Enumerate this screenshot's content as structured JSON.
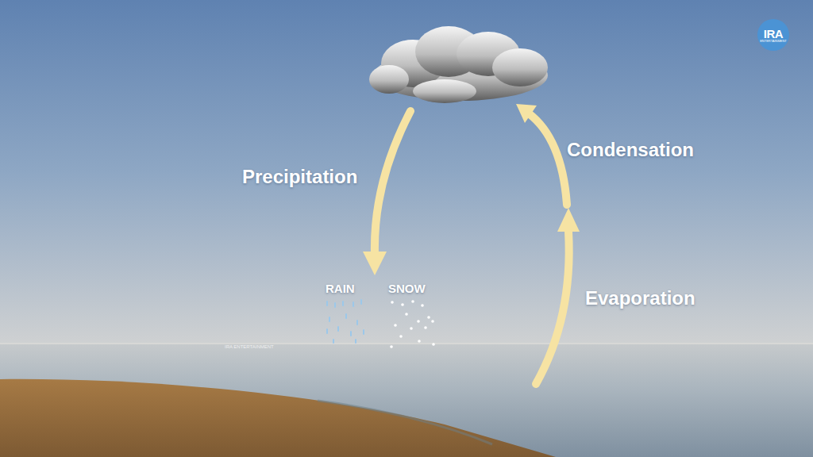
{
  "diagram": {
    "nodes": [
      {
        "text": [
          "IRA",
          "ENTERTAINMENT"
        ]
      }
    ],
    "labels": [
      "Precipitation",
      "Condensation",
      "Evaporation",
      "RAIN",
      "SNOW",
      "IRA ENTERTAINMENT"
    ]
  }
}
